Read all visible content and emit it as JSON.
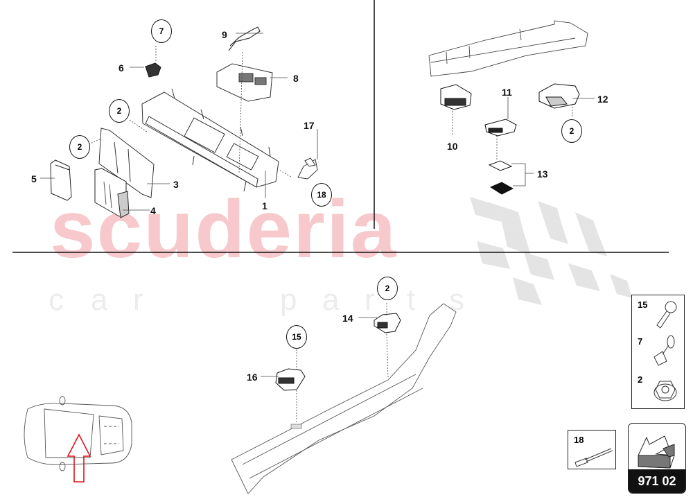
{
  "watermark": {
    "brand": "scuderia",
    "tagline_letters": [
      "c",
      "a",
      "r",
      "",
      "p",
      "a",
      "r",
      "t",
      "s"
    ],
    "brand_color": "#f7c9cc",
    "tagline_color": "#ececec"
  },
  "diagram": {
    "reference_code": "971 02",
    "section_top_left": {
      "labels": [
        {
          "id": "1",
          "text": "1"
        },
        {
          "id": "3",
          "text": "3"
        },
        {
          "id": "4",
          "text": "4"
        },
        {
          "id": "5",
          "text": "5"
        },
        {
          "id": "6",
          "text": "6"
        },
        {
          "id": "8",
          "text": "8"
        },
        {
          "id": "9",
          "text": "9"
        },
        {
          "id": "17",
          "text": "17"
        }
      ],
      "circled_refs": [
        {
          "id": "c7",
          "text": "7"
        },
        {
          "id": "c2a",
          "text": "2"
        },
        {
          "id": "c2b",
          "text": "2"
        },
        {
          "id": "c18",
          "text": "18"
        }
      ]
    },
    "section_top_right": {
      "labels": [
        {
          "id": "10",
          "text": "10"
        },
        {
          "id": "11",
          "text": "11"
        },
        {
          "id": "12",
          "text": "12"
        },
        {
          "id": "13",
          "text": "13"
        }
      ],
      "circled_refs": [
        {
          "id": "c2",
          "text": "2"
        }
      ]
    },
    "section_bottom": {
      "labels": [
        {
          "id": "14",
          "text": "14"
        },
        {
          "id": "16",
          "text": "16"
        }
      ],
      "circled_refs": [
        {
          "id": "c2",
          "text": "2"
        },
        {
          "id": "c15",
          "text": "15"
        }
      ]
    },
    "fastener_legend": [
      {
        "num": "15",
        "icon": "screw-icon"
      },
      {
        "num": "7",
        "icon": "clip-rivet-icon"
      },
      {
        "num": "2",
        "icon": "flange-nut-icon"
      }
    ],
    "rivet_legend": {
      "num": "18",
      "icon": "blind-rivet-icon"
    },
    "locator": {
      "arrow_color": "#e0141e",
      "view": "car-top-view"
    }
  }
}
